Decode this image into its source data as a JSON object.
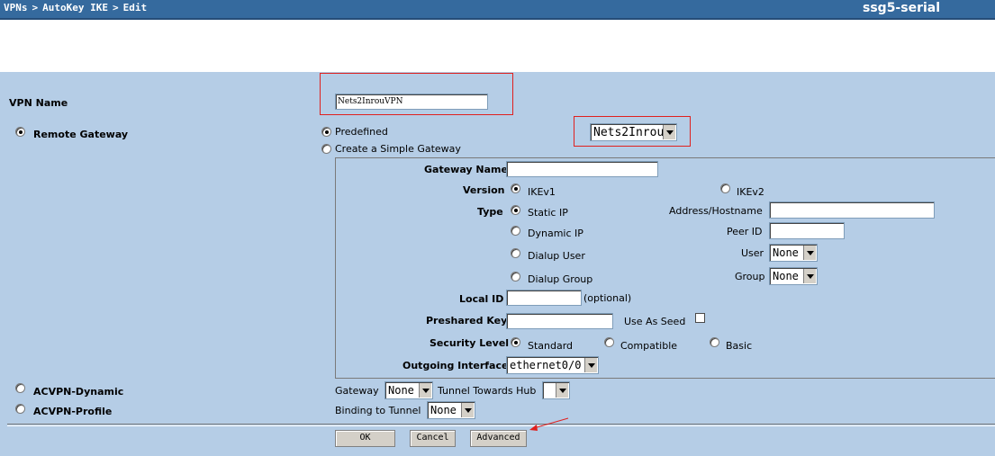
{
  "breadcrumb": {
    "item1": "VPNs",
    "item2": "AutoKey IKE",
    "item3": "Edit",
    "separator": ">"
  },
  "device_name": "ssg5-serial",
  "vpn_name": {
    "label": "VPN Name",
    "value": "Nets2InrouVPN"
  },
  "remote_gateway": {
    "label": "Remote Gateway",
    "predefined_label": "Predefined",
    "predefined_value": "Nets2Inrou",
    "simple_label": "Create a Simple Gateway"
  },
  "gateway": {
    "name_label": "Gateway Name",
    "name_value": "",
    "version_label": "Version",
    "ikev1": "IKEv1",
    "ikev2": "IKEv2",
    "type_label": "Type",
    "static_ip": "Static IP",
    "dynamic_ip": "Dynamic IP",
    "dialup_user": "Dialup User",
    "dialup_group": "Dialup Group",
    "address_label": "Address/Hostname",
    "peer_id_label": "Peer ID",
    "user_label": "User",
    "user_value": "None",
    "group_label": "Group",
    "group_value": "None",
    "local_id_label": "Local ID",
    "local_id_hint": "(optional)",
    "psk_label": "Preshared Key",
    "use_as_seed": "Use As Seed",
    "sec_level_label": "Security Level",
    "standard": "Standard",
    "compatible": "Compatible",
    "basic": "Basic",
    "outgoing_label": "Outgoing Interface",
    "outgoing_value": "ethernet0/0"
  },
  "acvpn_dynamic": {
    "label": "ACVPN-Dynamic",
    "gateway_label": "Gateway",
    "gateway_value": "None",
    "tunnel_label": "Tunnel Towards Hub",
    "tunnel_value": ""
  },
  "acvpn_profile": {
    "label": "ACVPN-Profile",
    "binding_label": "Binding to Tunnel",
    "binding_value": "None"
  },
  "buttons": {
    "ok": "OK",
    "cancel": "Cancel",
    "advanced": "Advanced"
  },
  "colors": {
    "header": "#356a9e",
    "panel": "#b5cde6",
    "highlight": "#e0201e"
  }
}
